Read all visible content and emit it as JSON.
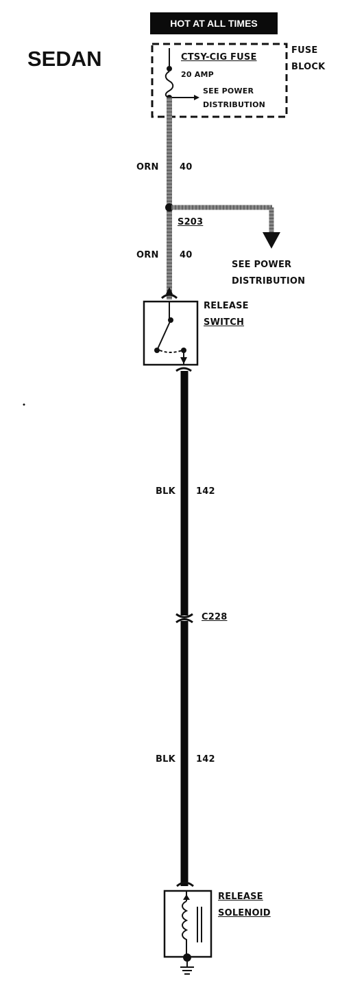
{
  "header": {
    "hot_label": "HOT AT ALL TIMES",
    "model_label": "SEDAN"
  },
  "fuse": {
    "name": "CTSY-CIG FUSE",
    "rating": "20 AMP",
    "power_ref_line1": "SEE POWER",
    "power_ref_line2": "DISTRIBUTION",
    "block_line1": "FUSE",
    "block_line2": "BLOCK"
  },
  "wires": {
    "orn_upper": {
      "color": "ORN",
      "circuit": "40"
    },
    "orn_lower": {
      "color": "ORN",
      "circuit": "40"
    },
    "blk_upper": {
      "color": "BLK",
      "circuit": "142"
    },
    "blk_lower": {
      "color": "BLK",
      "circuit": "142"
    }
  },
  "splice": {
    "id": "S203",
    "ref_line1": "SEE POWER",
    "ref_line2": "DISTRIBUTION"
  },
  "switch": {
    "line1": "RELEASE",
    "line2": "SWITCH"
  },
  "connector": {
    "id": "C228"
  },
  "solenoid": {
    "line1": "RELEASE",
    "line2": "SOLENOID"
  },
  "colors": {
    "orange_wire": "#8a8a8a",
    "black_wire": "#0a0a0a",
    "ink": "#111111"
  }
}
